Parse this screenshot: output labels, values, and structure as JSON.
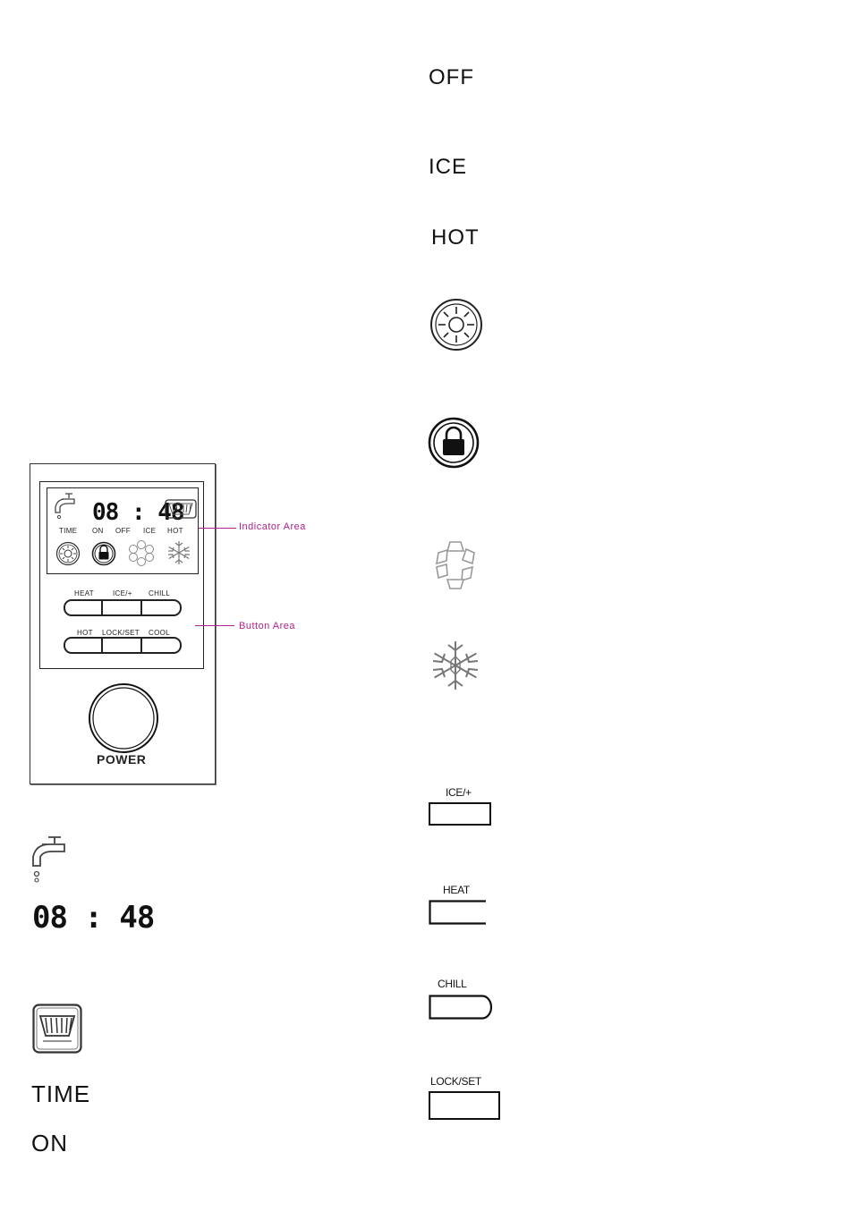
{
  "panel": {
    "display_time": "08 : 48",
    "indicator_labels": [
      "TIME",
      "ON",
      "OFF",
      "ICE",
      "HOT"
    ],
    "buttons_top": [
      "HEAT",
      "ICE/+",
      "CHILL"
    ],
    "buttons_bottom": [
      "HOT",
      "LOCK/SET",
      "COOL"
    ],
    "power_label": "POWER",
    "callout_indicator": "Indicator Area",
    "callout_button": "Button Area"
  },
  "legend_left": {
    "time_display": "08 : 48",
    "time_label": "TIME",
    "on_label": "ON"
  },
  "legend_right": {
    "off_label": "OFF",
    "ice_label": "ICE",
    "hot_label": "HOT",
    "btn_ice": "ICE/+",
    "btn_heat": "HEAT",
    "btn_chill": "CHILL",
    "btn_lockset": "LOCK/SET"
  },
  "colors": {
    "callout": "#b0228c",
    "ink": "#111111"
  }
}
